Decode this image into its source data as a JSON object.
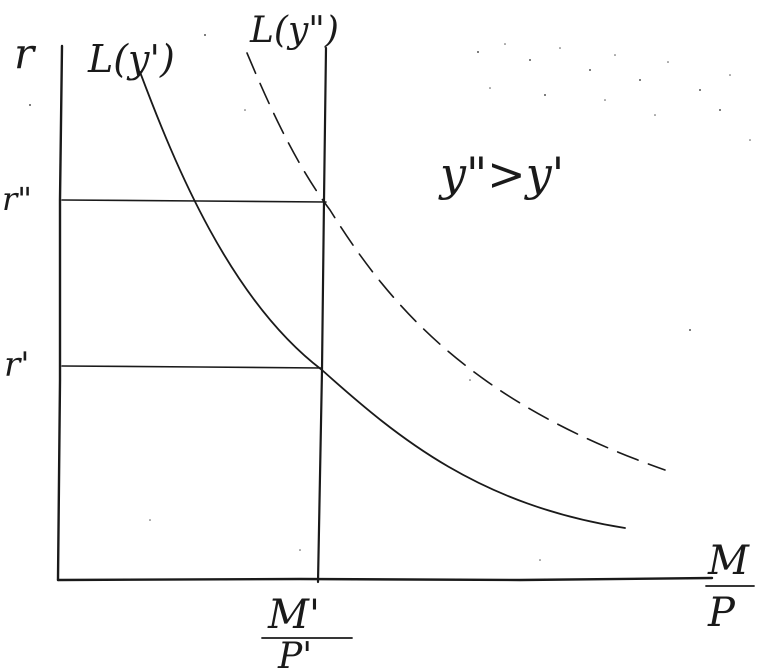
{
  "labels": {
    "y_axis": "r",
    "x_axis_num": "M",
    "x_axis_den": "P",
    "curve_1": "L(y')",
    "curve_2": "L(y\")",
    "relation": "y\">y'",
    "r_high": "r\"",
    "r_low": "r'",
    "supply_num": "M'",
    "supply_den": "P'"
  },
  "colors": {
    "ink": "#1a1a1a",
    "paper": "#ffffff"
  }
}
